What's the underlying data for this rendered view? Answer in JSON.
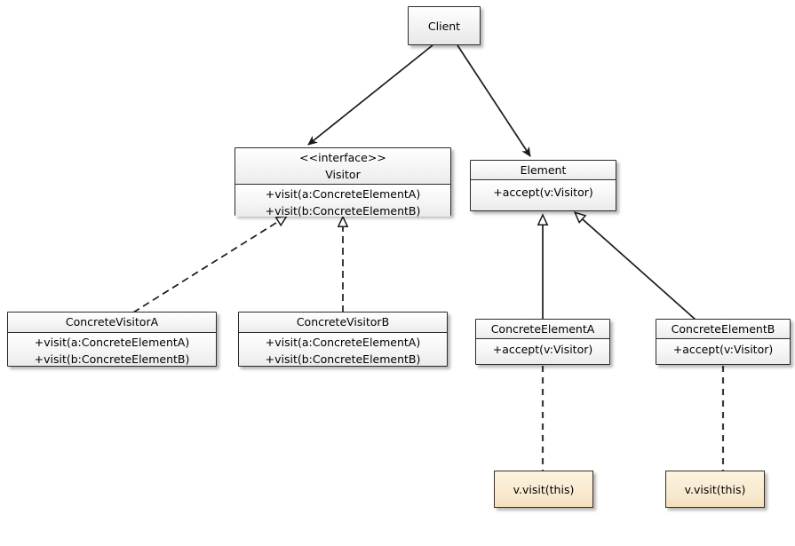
{
  "diagram": {
    "title": "Visitor design pattern UML class diagram",
    "colors": {
      "box_border": "#2b2b2b",
      "box_fill_light": "#ffffff",
      "box_fill_dark": "#e8e8e8",
      "note_fill": "#f8e8cd",
      "note_border": "#3a2f22",
      "line": "#1a1a1a",
      "background": "#ffffff"
    }
  },
  "nodes": {
    "client": {
      "name": "Client",
      "kind": "class"
    },
    "visitor": {
      "stereotype": "<<interface>>",
      "name": "Visitor",
      "kind": "interface",
      "methods": [
        "+visit(a:ConcreteElementA)",
        "+visit(b:ConcreteElementB)"
      ]
    },
    "element": {
      "name": "Element",
      "kind": "class",
      "methods": [
        "+accept(v:Visitor)"
      ]
    },
    "concrete_visitor_a": {
      "name": "ConcreteVisitorA",
      "kind": "class",
      "methods": [
        "+visit(a:ConcreteElementA)",
        "+visit(b:ConcreteElementB)"
      ]
    },
    "concrete_visitor_b": {
      "name": "ConcreteVisitorB",
      "kind": "class",
      "methods": [
        "+visit(a:ConcreteElementA)",
        "+visit(b:ConcreteElementB)"
      ]
    },
    "concrete_element_a": {
      "name": "ConcreteElementA",
      "kind": "class",
      "methods": [
        "+accept(v:Visitor)"
      ]
    },
    "concrete_element_b": {
      "name": "ConcreteElementB",
      "kind": "class",
      "methods": [
        "+accept(v:Visitor)"
      ]
    }
  },
  "notes": {
    "note_a": {
      "text": "v.visit(this)"
    },
    "note_b": {
      "text": "v.visit(this)"
    }
  },
  "edges": [
    {
      "id": "client-visitor",
      "from": "client",
      "to": "visitor",
      "type": "dependency-arrow",
      "style": "solid",
      "head": "filled-arrow"
    },
    {
      "id": "client-element",
      "from": "client",
      "to": "element",
      "type": "dependency-arrow",
      "style": "solid",
      "head": "filled-arrow"
    },
    {
      "id": "cva-visitor",
      "from": "concrete_visitor_a",
      "to": "visitor",
      "type": "realization",
      "style": "dashed",
      "head": "hollow-triangle"
    },
    {
      "id": "cvb-visitor",
      "from": "concrete_visitor_b",
      "to": "visitor",
      "type": "realization",
      "style": "dashed",
      "head": "hollow-triangle"
    },
    {
      "id": "cea-element",
      "from": "concrete_element_a",
      "to": "element",
      "type": "generalization",
      "style": "solid",
      "head": "hollow-triangle"
    },
    {
      "id": "ceb-element",
      "from": "concrete_element_b",
      "to": "element",
      "type": "generalization",
      "style": "solid",
      "head": "hollow-triangle"
    },
    {
      "id": "cea-note",
      "from": "concrete_element_a",
      "to": "note_a",
      "type": "note-anchor",
      "style": "dashed",
      "head": "none"
    },
    {
      "id": "ceb-note",
      "from": "concrete_element_b",
      "to": "note_b",
      "type": "note-anchor",
      "style": "dashed",
      "head": "none"
    }
  ]
}
